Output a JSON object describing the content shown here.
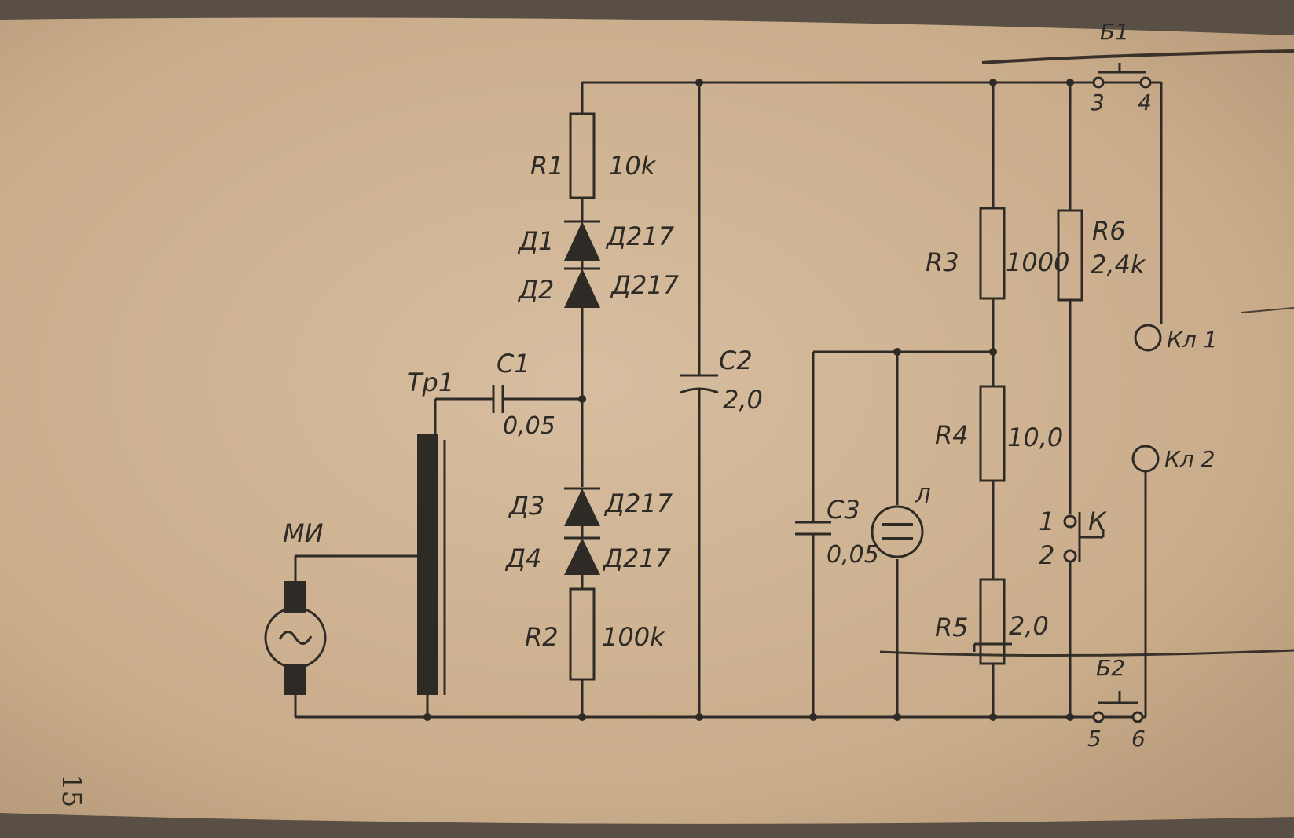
{
  "labels": {
    "r1": "R1",
    "r1_value": "10k",
    "r2": "R2",
    "r2_value": "100k",
    "r3": "R3",
    "r3_value": "1000",
    "r4": "R4",
    "r4_value": "10,0",
    "r5": "R5",
    "r5_value": "2,0",
    "r6": "R6",
    "r6_value": "2,4k",
    "c1": "C1",
    "c1_value": "0,05",
    "c2": "C2",
    "c2_value": "2,0",
    "c3": "C3",
    "c3_value": "0,05",
    "d1": "Д1",
    "d1_type": "Д217",
    "d2": "Д2",
    "d2_type": "Д217",
    "d3": "Д3",
    "d3_type": "Д217",
    "d4": "Д4",
    "d4_type": "Д217",
    "transformer": "Тр1",
    "generator": "МИ",
    "lamp": "Л",
    "button": "К",
    "b1": "Б1",
    "b2": "Б2",
    "kl1": "Кл 1",
    "kl2": "Кл 2",
    "pin1": "1",
    "pin2": "2",
    "pin3": "3",
    "pin4": "4",
    "pin5": "5",
    "pin6": "6"
  },
  "page_number": "15",
  "colors": {
    "paper": "#cdb190",
    "ink": "#2e2a26",
    "background": "#5a4f44"
  }
}
